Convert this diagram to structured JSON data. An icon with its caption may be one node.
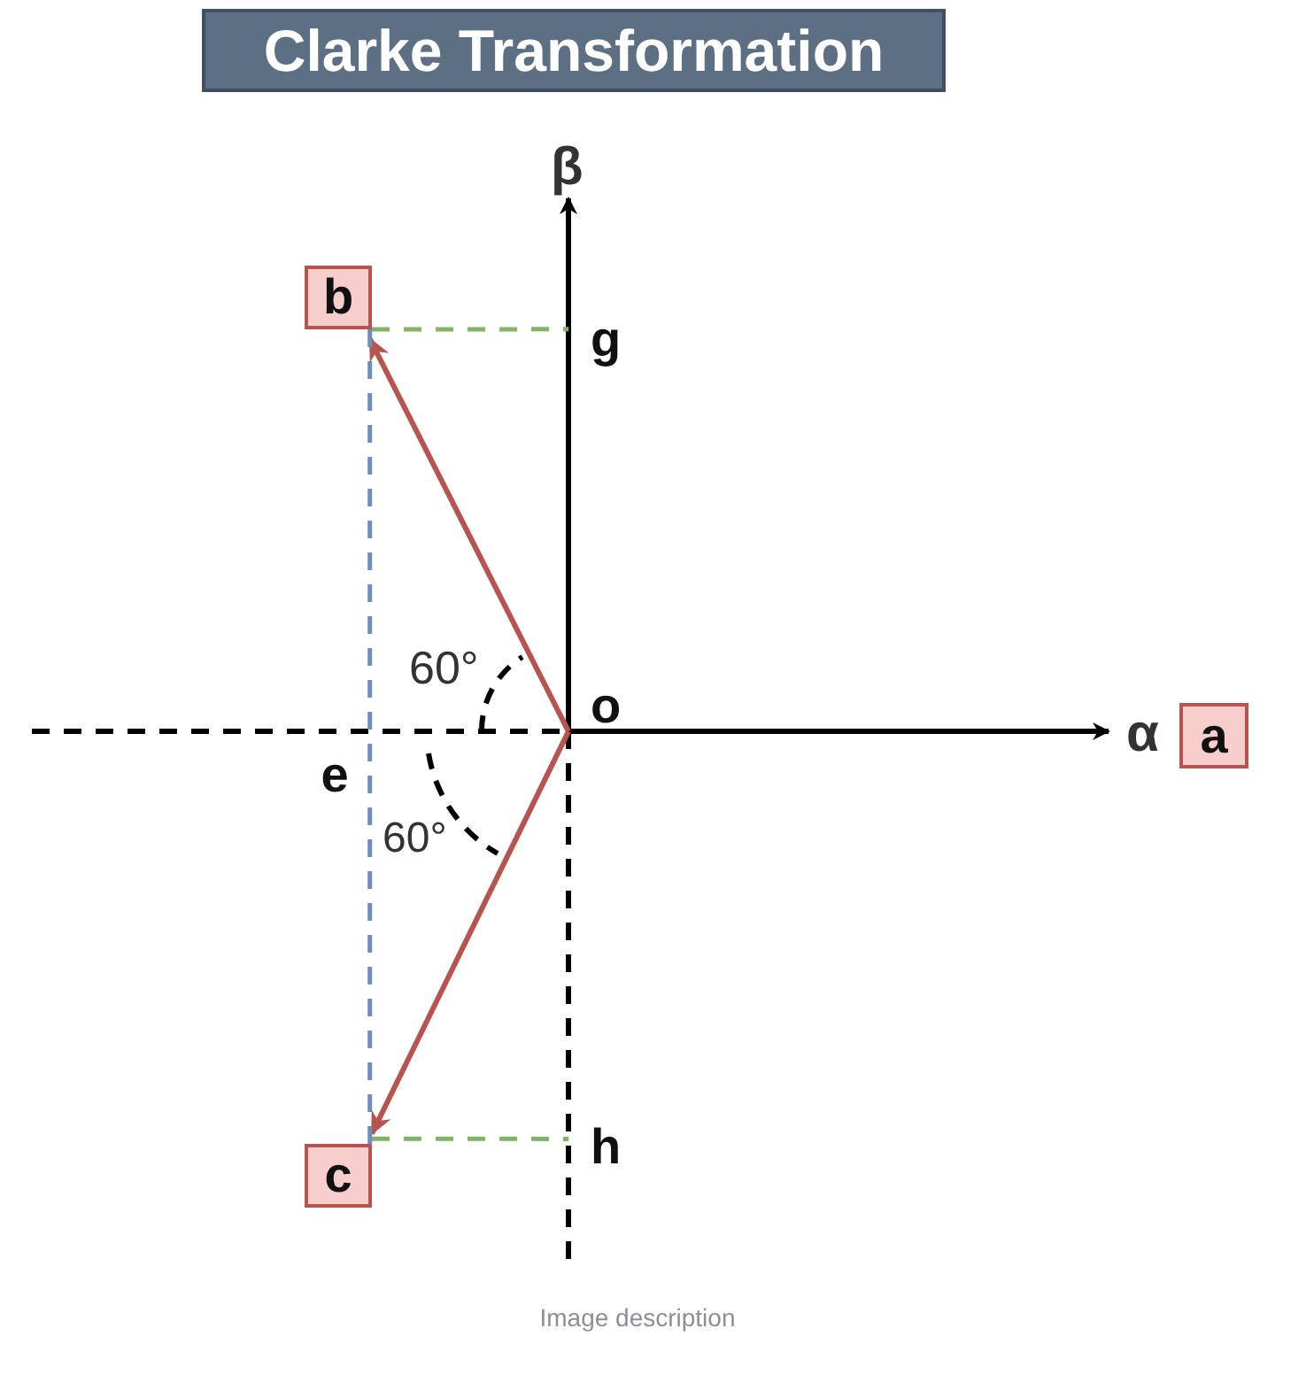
{
  "diagram": {
    "title": "Clarke Transformation",
    "caption": "Image description",
    "nodes": [
      {
        "text": [
          "b"
        ]
      },
      {
        "text": [
          "g"
        ]
      },
      {
        "text": [
          "o"
        ]
      },
      {
        "text": [
          "a"
        ]
      },
      {
        "text": [
          "e"
        ]
      },
      {
        "text": [
          "c"
        ]
      },
      {
        "text": [
          "h"
        ]
      }
    ],
    "edges": [
      {
        "from": 2,
        "to": 0,
        "arrow": "to",
        "color": "#b85450"
      },
      {
        "from": 2,
        "to": 5,
        "arrow": "to",
        "color": "#b85450"
      },
      {
        "from": 0,
        "to": 1,
        "arrow": "none",
        "style": "dashed",
        "color": "#82b366"
      },
      {
        "from": 5,
        "to": 6,
        "arrow": "none",
        "style": "dashed",
        "color": "#82b366"
      },
      {
        "from": 0,
        "to": 5,
        "arrow": "none",
        "style": "dashed",
        "color": "#6c8ebf"
      }
    ],
    "labels": [
      "β",
      "60°",
      "α",
      "60°"
    ]
  }
}
